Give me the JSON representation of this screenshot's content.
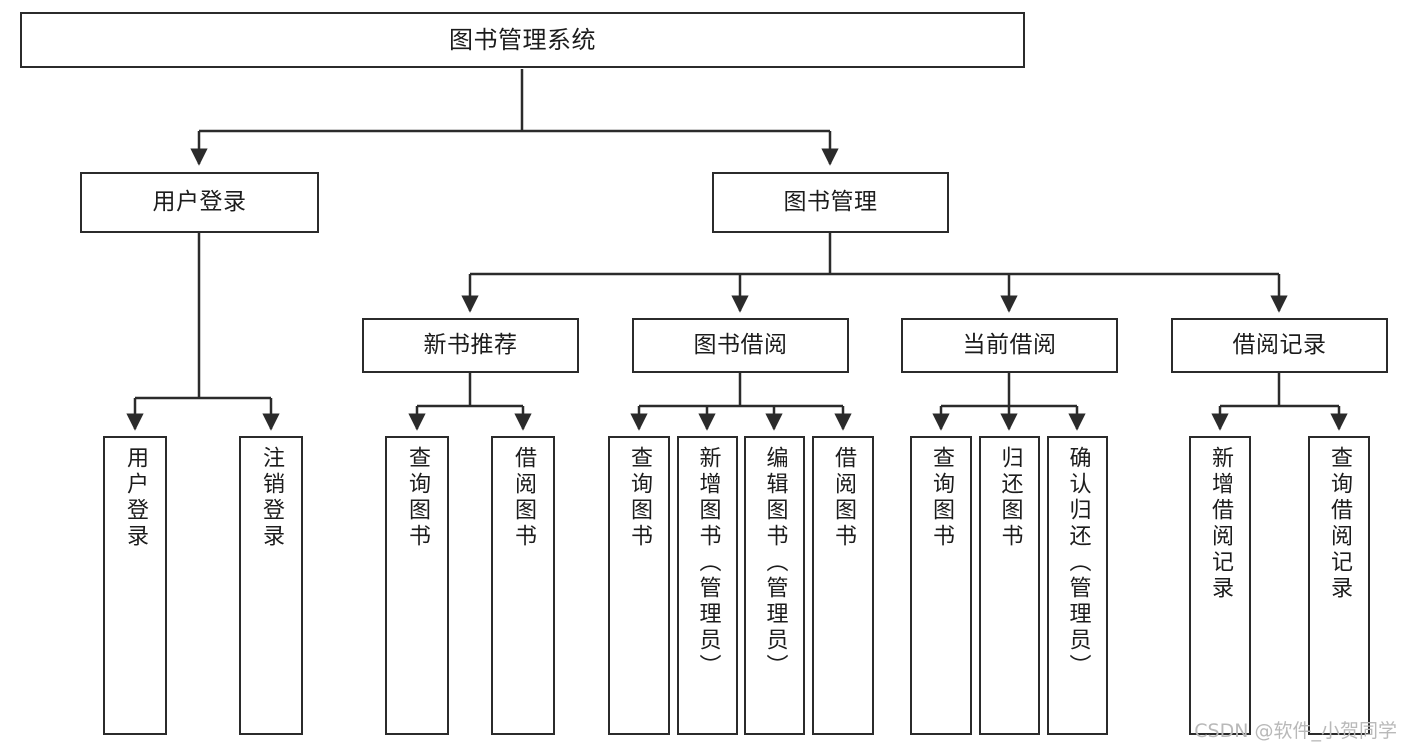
{
  "diagram": {
    "title": "图书管理系统",
    "type": "tree",
    "orientation": "top-down",
    "stroke_color": "#2b2b2b",
    "fill_color": "#ffffff",
    "text_color": "#1c1c1c"
  },
  "watermark": {
    "text": "CSDN @软件_小贺同学",
    "color": "#b9b9b9"
  },
  "nodes": {
    "root": {
      "label": "图书管理系统"
    },
    "level2": [
      {
        "label": "用户登录"
      },
      {
        "label": "图书管理"
      }
    ],
    "level3": [
      {
        "label": "新书推荐"
      },
      {
        "label": "图书借阅"
      },
      {
        "label": "当前借阅"
      },
      {
        "label": "借阅记录"
      }
    ],
    "leaves": {
      "user_login": [
        {
          "label": "用户登录"
        },
        {
          "label": "注销登录"
        }
      ],
      "new_book": [
        {
          "label": "查询图书"
        },
        {
          "label": "借阅图书"
        }
      ],
      "book_borrow": [
        {
          "label": "查询图书"
        },
        {
          "label": "新增图书（管理员）"
        },
        {
          "label": "编辑图书（管理员）"
        },
        {
          "label": "借阅图书"
        }
      ],
      "current_borrow": [
        {
          "label": "查询图书"
        },
        {
          "label": "归还图书"
        },
        {
          "label": "确认归还（管理员）"
        }
      ],
      "borrow_record": [
        {
          "label": "新增借阅记录"
        },
        {
          "label": "查询借阅记录"
        }
      ]
    }
  }
}
